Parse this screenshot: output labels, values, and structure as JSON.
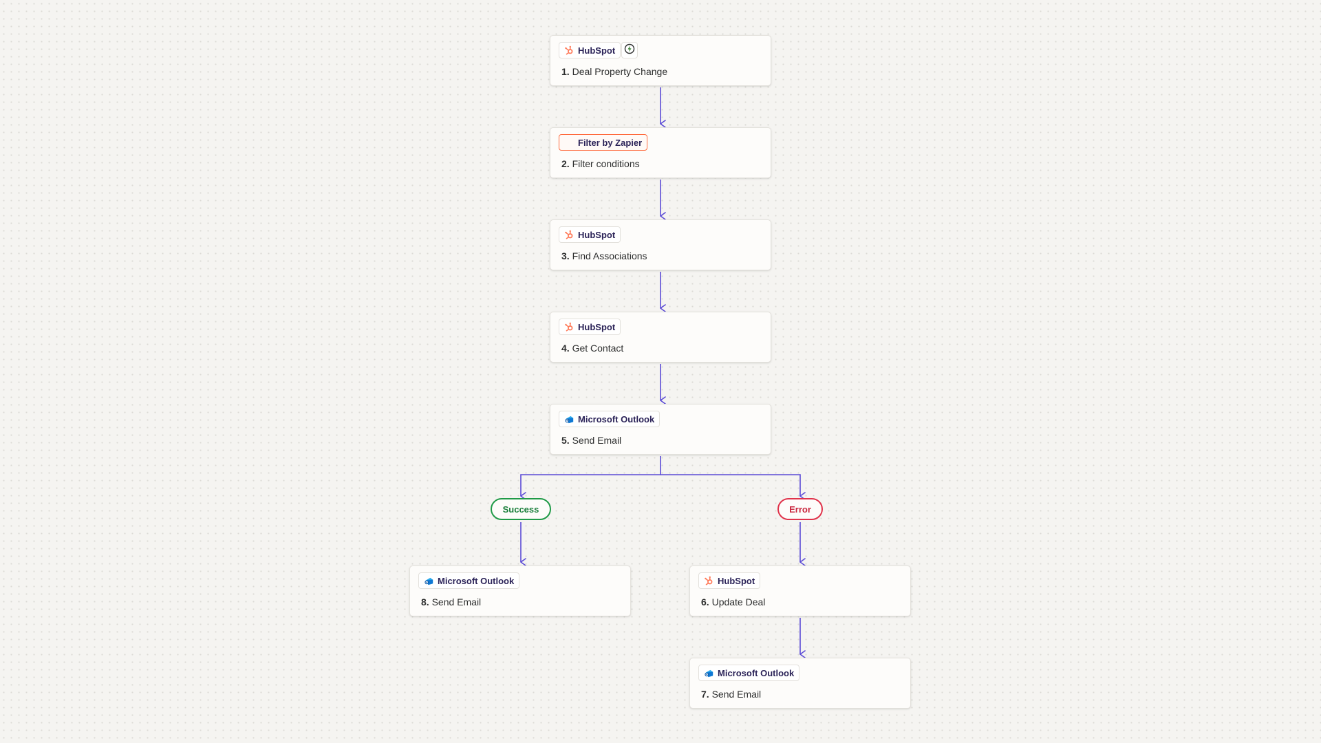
{
  "steps": [
    {
      "app": "HubSpot",
      "icon": "hubspot-icon",
      "number": "1.",
      "title": "Deal Property Change",
      "trigger": true
    },
    {
      "app": "Filter by Zapier",
      "icon": "filter-icon",
      "number": "2.",
      "title": "Filter conditions"
    },
    {
      "app": "HubSpot",
      "icon": "hubspot-icon",
      "number": "3.",
      "title": "Find Associations"
    },
    {
      "app": "HubSpot",
      "icon": "hubspot-icon",
      "number": "4.",
      "title": "Get Contact"
    },
    {
      "app": "Microsoft Outlook",
      "icon": "outlook-icon",
      "number": "5.",
      "title": "Send Email"
    },
    {
      "app": "Microsoft Outlook",
      "icon": "outlook-icon",
      "number": "8.",
      "title": "Send Email"
    },
    {
      "app": "HubSpot",
      "icon": "hubspot-icon",
      "number": "6.",
      "title": "Update Deal"
    },
    {
      "app": "Microsoft Outlook",
      "icon": "outlook-icon",
      "number": "7.",
      "title": "Send Email"
    }
  ],
  "paths": {
    "success": "Success",
    "error": "Error"
  },
  "colors": {
    "connector": "#5b4bd6",
    "hubspot": "#ff7a59",
    "filter_border": "#ff6a3d",
    "success": "#1f9a47",
    "error": "#e0324a",
    "outlook": "#0f78d4",
    "trigger_bolt": "#2f7d28"
  }
}
